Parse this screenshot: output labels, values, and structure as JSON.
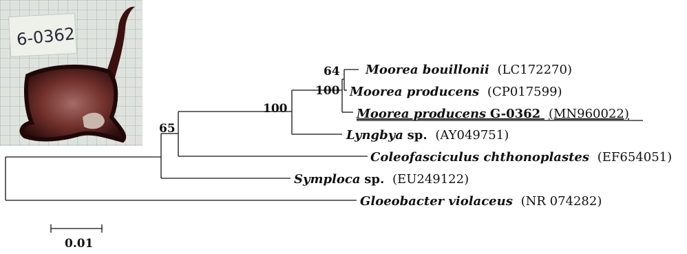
{
  "photo": {
    "sample_label": "6-0362"
  },
  "tree": {
    "taxa": [
      {
        "genus_species": "Moorea bouillonii",
        "suffix": "",
        "accession": "(LC172270)"
      },
      {
        "genus_species": "Moorea producens",
        "suffix": "",
        "accession": "(CP017599)"
      },
      {
        "genus_species": "Moorea producens",
        "suffix": " G-0362",
        "accession": "(MN960022)"
      },
      {
        "genus_species": "Lyngbya",
        "suffix": " sp.",
        "accession": "(AY049751)"
      },
      {
        "genus_species": "Coleofasciculus chthonoplastes",
        "suffix": "",
        "accession": "(EF654051)"
      },
      {
        "genus_species": "Symploca",
        "suffix": " sp.",
        "accession": "(EU249122)"
      },
      {
        "genus_species": "Gloeobacter violaceus",
        "suffix": "",
        "accession": "(NR 074282)"
      }
    ],
    "support_values": {
      "bouillonii_node": "64",
      "moorea_node": "100",
      "lyngbya_node": "100",
      "coleo_node": "65"
    },
    "scale_bar_label": "0.01"
  }
}
